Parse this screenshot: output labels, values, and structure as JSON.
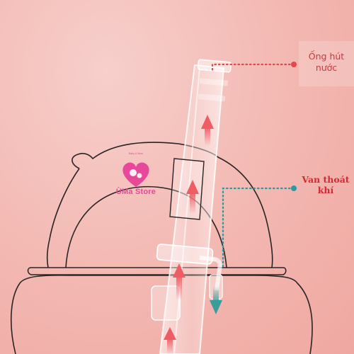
{
  "callouts": {
    "straw_line1": "Ống hút",
    "straw_line2": "nước",
    "valve_line1": "Van thoát",
    "valve_line2": "khí"
  },
  "logo": {
    "name": "ÙMa Store",
    "tagline": "Baby & Mom"
  },
  "colors": {
    "accent_red": "#d8323a",
    "dot_red": "#e1474d",
    "dot_teal": "#2b9aa0",
    "arrow_up": "#ef5c64",
    "arrow_down": "#3a9d9c",
    "logo_pink": "#e8489a",
    "outline": "#2a2424"
  },
  "icons": [
    "heart-logo-icon",
    "up-arrow-icon",
    "down-arrow-icon",
    "callout-dot-icon"
  ]
}
